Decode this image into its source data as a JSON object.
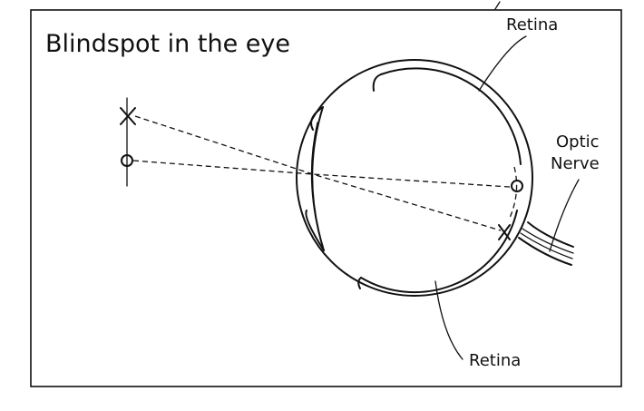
{
  "diagram": {
    "title": "Blindspot in the eye",
    "labels": {
      "retina_top": "Retina",
      "retina_bottom": "Retina",
      "optic_nerve_line1": "Optic",
      "optic_nerve_line2": "Nerve"
    },
    "colors": {
      "ink": "#111111",
      "background": "#ffffff"
    }
  }
}
